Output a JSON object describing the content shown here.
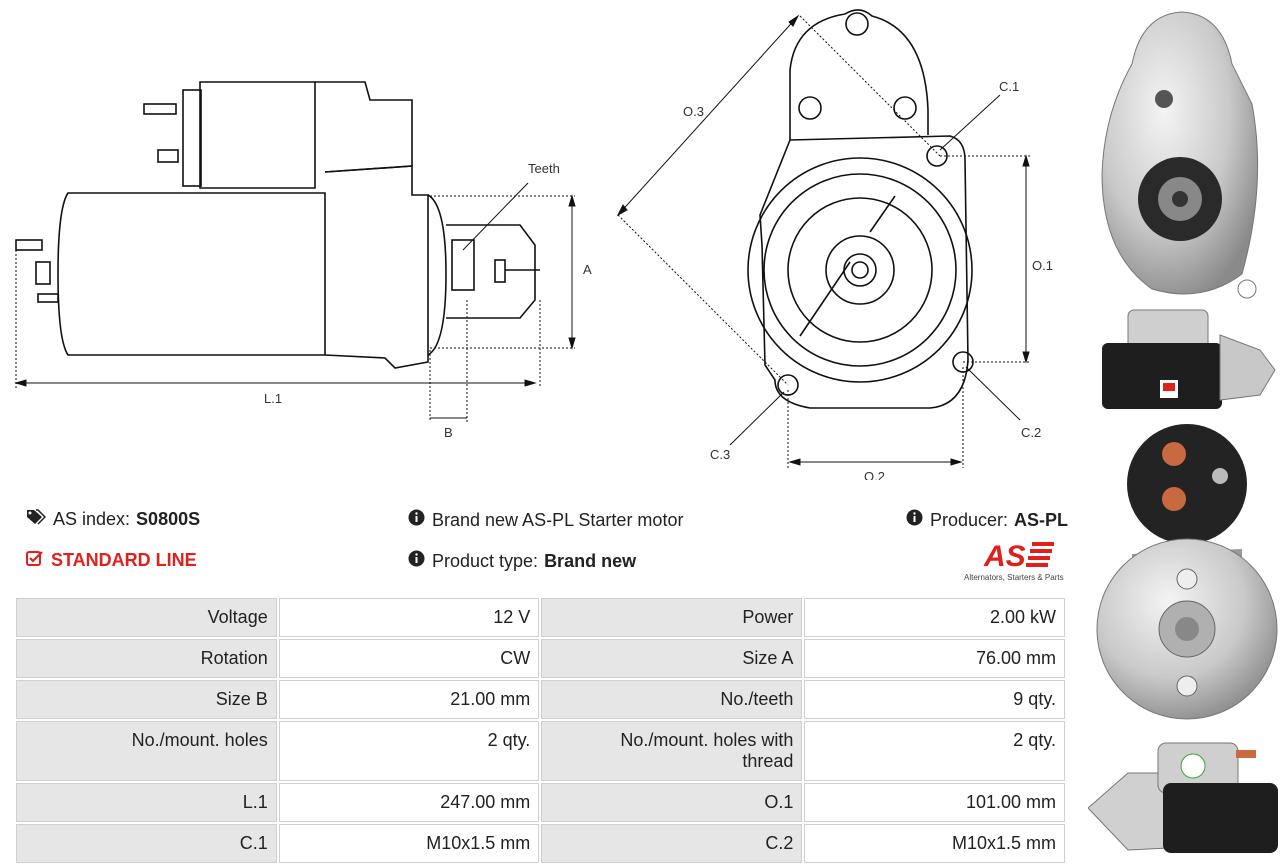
{
  "diagram": {
    "labels": {
      "teeth": "Teeth",
      "a": "A",
      "l1": "L.1",
      "b": "B",
      "o3": "O.3",
      "c1": "C.1",
      "o1": "O.1",
      "c2": "C.2",
      "c3": "C.3",
      "o2": "O.2"
    }
  },
  "info": {
    "as_index_label": "AS index:",
    "as_index_value": "S0800S",
    "line": "STANDARD LINE",
    "description": "Brand new AS-PL Starter motor",
    "product_type_label": "Product type:",
    "product_type_value": "Brand new",
    "producer_label": "Producer:",
    "producer_value": "AS-PL",
    "logo_text": "AS",
    "logo_tagline": "Alternators, Starters & Parts"
  },
  "specs": {
    "rows": [
      {
        "k1": "Voltage",
        "v1": "12 V",
        "k2": "Power",
        "v2": "2.00 kW"
      },
      {
        "k1": "Rotation",
        "v1": "CW",
        "k2": "Size A",
        "v2": "76.00 mm"
      },
      {
        "k1": "Size B",
        "v1": "21.00 mm",
        "k2": "No./teeth",
        "v2": "9 qty."
      },
      {
        "k1": "No./mount. holes",
        "v1": "2 qty.",
        "k2": "No./mount. holes with thread",
        "v2": "2 qty."
      },
      {
        "k1": "L.1",
        "v1": "247.00 mm",
        "k2": "O.1",
        "v2": "101.00 mm"
      },
      {
        "k1": "C.1",
        "v1": "M10x1.5 mm",
        "k2": "C.2",
        "v2": "M10x1.5 mm"
      }
    ]
  },
  "colors": {
    "accent_red": "#e0201a",
    "label_bg": "#e6e6e6"
  }
}
